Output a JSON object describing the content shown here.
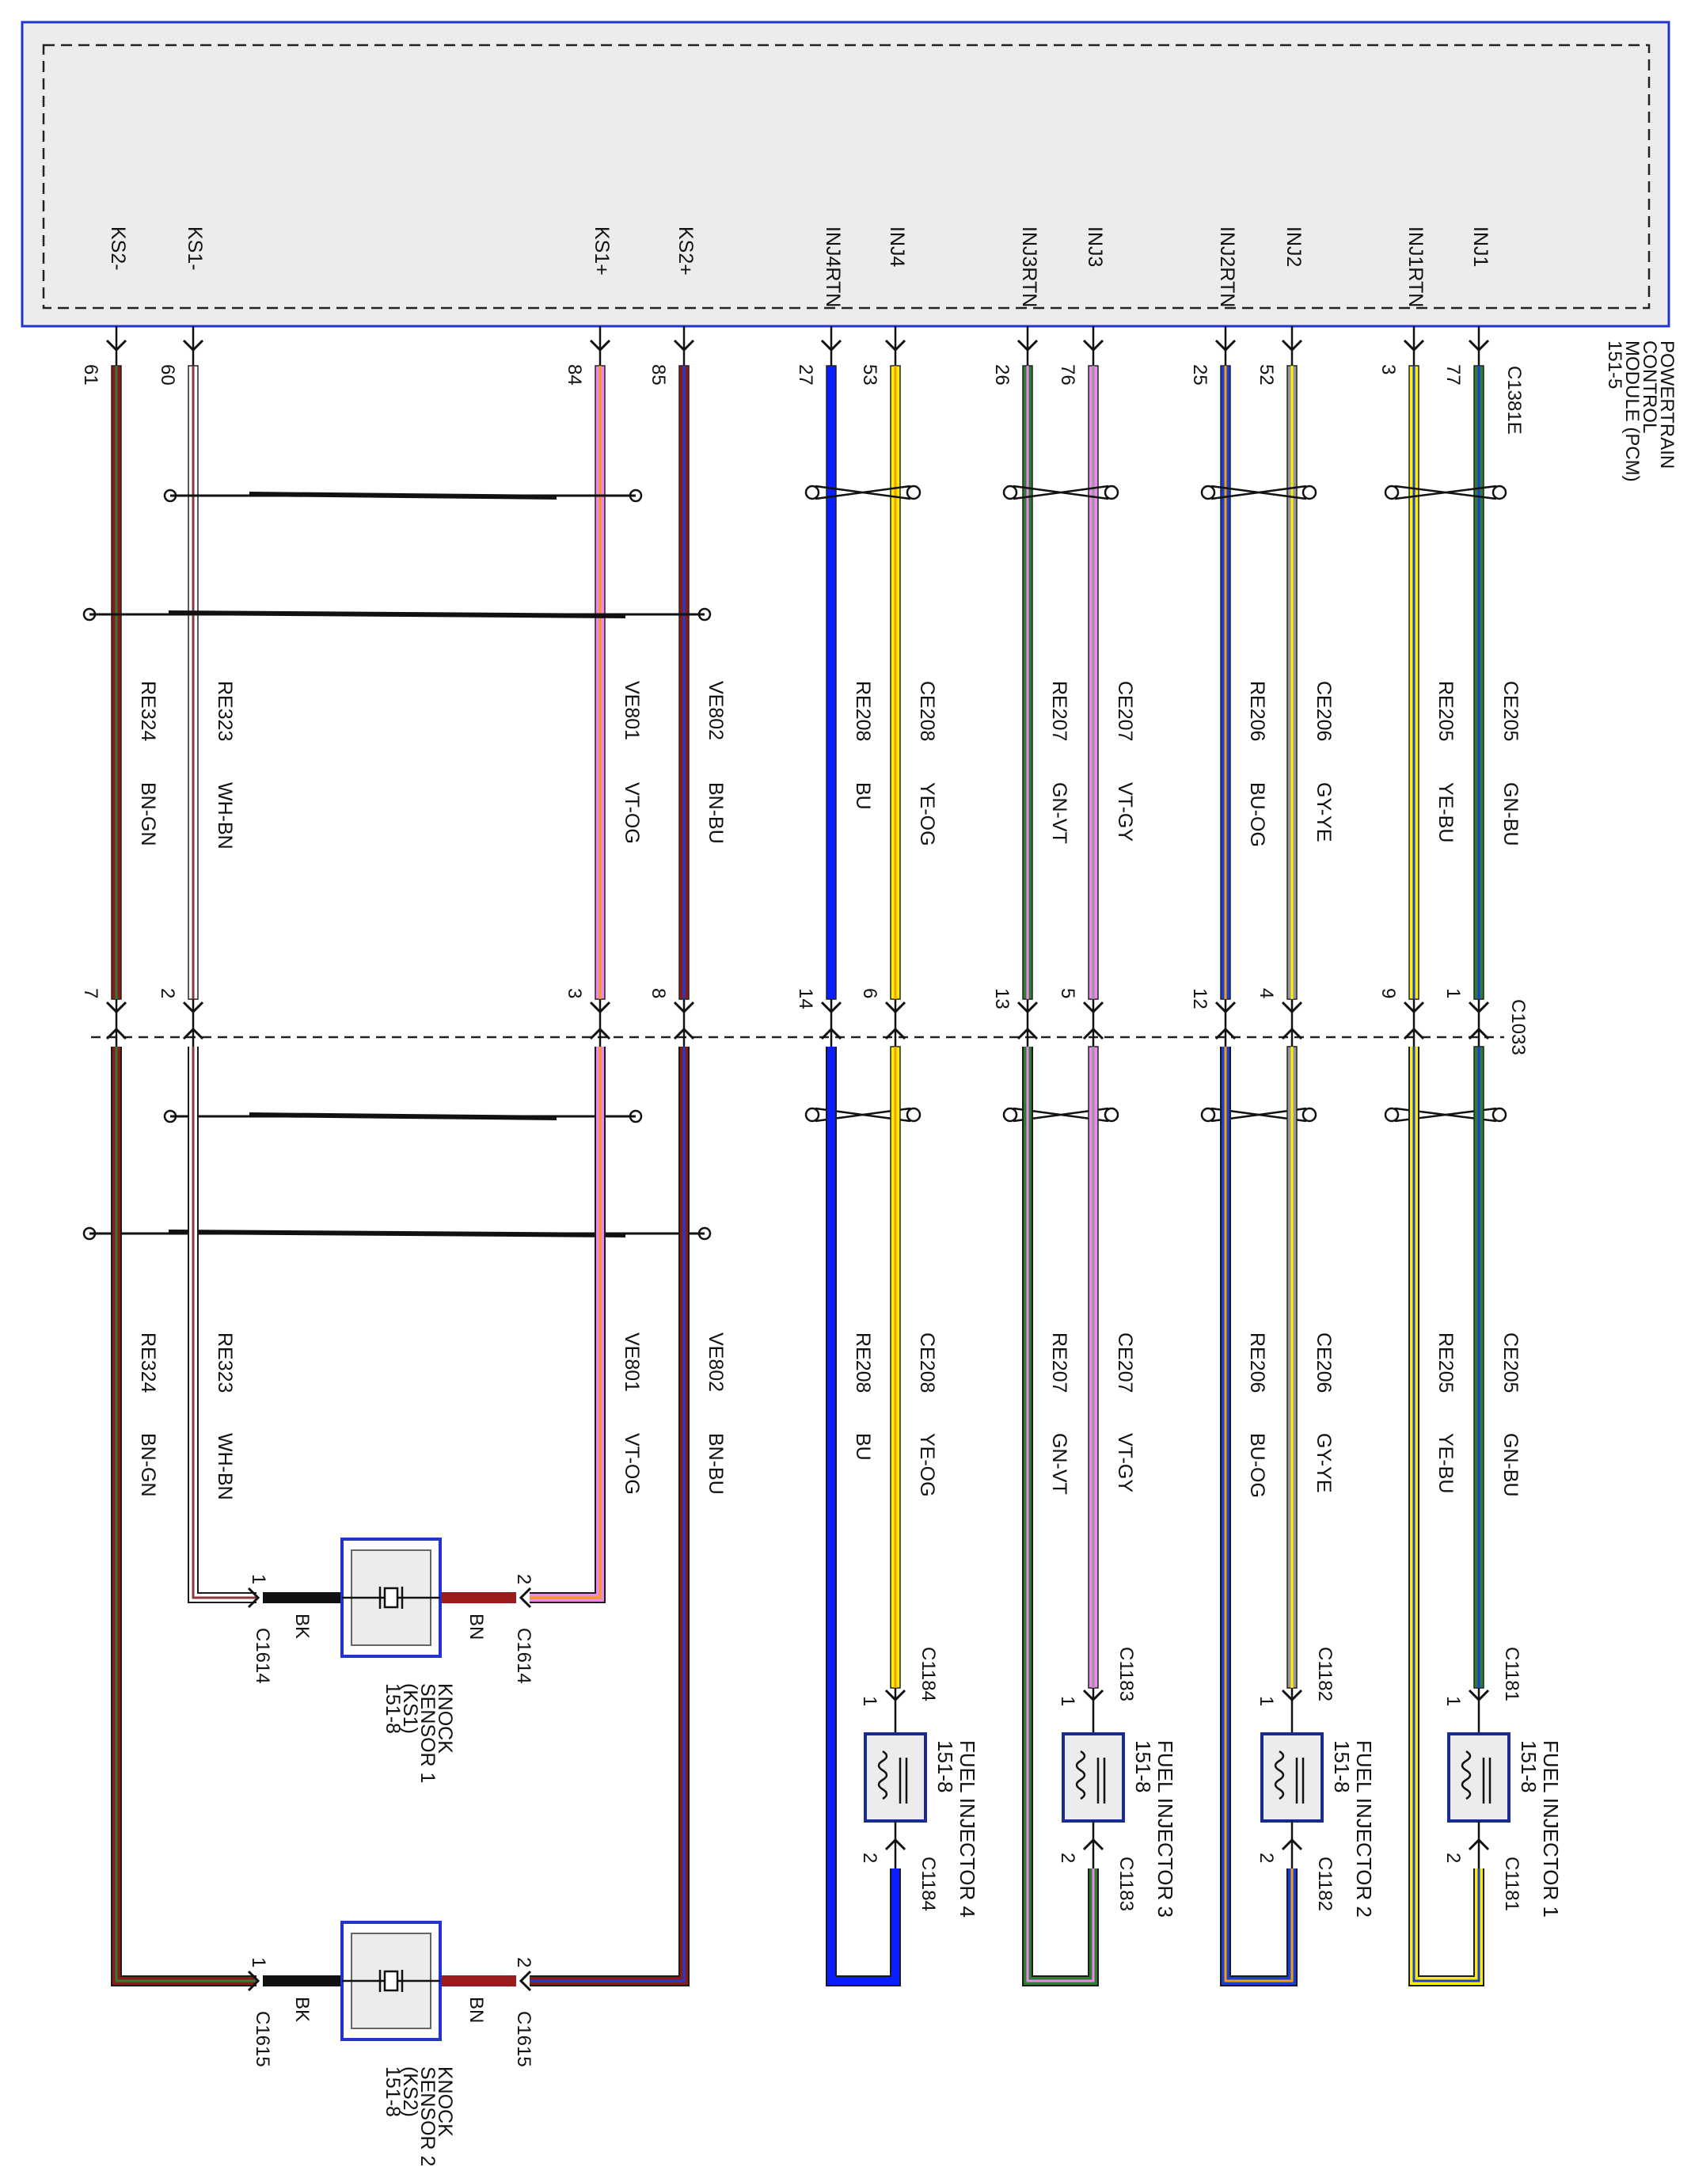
{
  "pcm": {
    "name_lines": [
      "POWERTRAIN",
      "CONTROL",
      "MODULE (PCM)",
      "151-5"
    ],
    "connector": "C1381E"
  },
  "inline_connector": "C1033",
  "wires": [
    {
      "id": "ks2-",
      "pin_label": "KS2-",
      "pcm_pin": "61",
      "inline_pin": "7",
      "circuit": "RE324",
      "color_code": "BN-GN",
      "base": "#8b1a1a",
      "stripe": "#2e7d32"
    },
    {
      "id": "ks1-",
      "pin_label": "KS1-",
      "pcm_pin": "60",
      "inline_pin": "2",
      "circuit": "RE323",
      "color_code": "WH-BN",
      "base": "#ffffff",
      "stripe": "#8b3a3a"
    },
    {
      "id": "ks1+",
      "pin_label": "KS1+",
      "pcm_pin": "84",
      "inline_pin": "3",
      "circuit": "VE801",
      "color_code": "VT-OG",
      "base": "#ee88ee",
      "stripe": "#f39c12"
    },
    {
      "id": "ks2+",
      "pin_label": "KS2+",
      "pcm_pin": "85",
      "inline_pin": "8",
      "circuit": "VE802",
      "color_code": "BN-BU",
      "base": "#8b1a1a",
      "stripe": "#1a3fd6"
    },
    {
      "id": "inj4rtn",
      "pin_label": "INJ4RTN",
      "pcm_pin": "27",
      "inline_pin": "14",
      "circuit": "RE208",
      "color_code": "BU",
      "base": "#0a1eff",
      "stripe": "#0a1eff"
    },
    {
      "id": "inj4",
      "pin_label": "INJ4",
      "pcm_pin": "53",
      "inline_pin": "6",
      "circuit": "CE208",
      "color_code": "YE-OG",
      "base": "#ffee00",
      "stripe": "#f39c12"
    },
    {
      "id": "inj3rtn",
      "pin_label": "INJ3RTN",
      "pcm_pin": "26",
      "inline_pin": "13",
      "circuit": "RE207",
      "color_code": "GN-VT",
      "base": "#2e7d32",
      "stripe": "#ee88ee"
    },
    {
      "id": "inj3",
      "pin_label": "INJ3",
      "pcm_pin": "76",
      "inline_pin": "5",
      "circuit": "CE207",
      "color_code": "VT-GY",
      "base": "#ee88ee",
      "stripe": "#999999"
    },
    {
      "id": "inj2rtn",
      "pin_label": "INJ2RTN",
      "pcm_pin": "25",
      "inline_pin": "12",
      "circuit": "RE206",
      "color_code": "BU-OG",
      "base": "#1a3fd6",
      "stripe": "#f39c12"
    },
    {
      "id": "inj2",
      "pin_label": "INJ2",
      "pcm_pin": "52",
      "inline_pin": "4",
      "circuit": "CE206",
      "color_code": "GY-YE",
      "base": "#999999",
      "stripe": "#ffee00"
    },
    {
      "id": "inj1rtn",
      "pin_label": "INJ1RTN",
      "pcm_pin": "3",
      "inline_pin": "9",
      "circuit": "RE205",
      "color_code": "YE-BU",
      "base": "#ffee00",
      "stripe": "#1a3fd6"
    },
    {
      "id": "inj1",
      "pin_label": "INJ1",
      "pcm_pin": "77",
      "inline_pin": "1",
      "circuit": "CE205",
      "color_code": "GN-BU",
      "base": "#2e7d32",
      "stripe": "#1a3fd6"
    }
  ],
  "injectors": [
    {
      "lines": [
        "FUEL INJECTOR 4",
        "151-8"
      ],
      "connector": "C1184",
      "pin1": "1",
      "pin2": "2",
      "supply": "inj4",
      "ret": "inj4rtn"
    },
    {
      "lines": [
        "FUEL INJECTOR 3",
        "151-8"
      ],
      "connector": "C1183",
      "pin1": "1",
      "pin2": "2",
      "supply": "inj3",
      "ret": "inj3rtn"
    },
    {
      "lines": [
        "FUEL INJECTOR 2",
        "151-8"
      ],
      "connector": "C1182",
      "pin1": "1",
      "pin2": "2",
      "supply": "inj2",
      "ret": "inj2rtn"
    },
    {
      "lines": [
        "FUEL INJECTOR 1",
        "151-8"
      ],
      "connector": "C1181",
      "pin1": "1",
      "pin2": "2",
      "supply": "inj1",
      "ret": "inj1rtn"
    }
  ],
  "knock_sensors": [
    {
      "lines": [
        "KNOCK",
        "SENSOR 1",
        "(KS1)",
        "151-8"
      ],
      "connector": "C1614",
      "pin1": "1",
      "pin2": "2",
      "left_color": "BK",
      "right_color": "BN",
      "neg": "ks1-",
      "pos": "ks1+"
    },
    {
      "lines": [
        "KNOCK",
        "SENSOR 2",
        "(KS2)",
        "151-8"
      ],
      "connector": "C1615",
      "pin1": "1",
      "pin2": "2",
      "left_color": "BK",
      "right_color": "BN",
      "neg": "ks2-",
      "pos": "ks2+"
    }
  ]
}
